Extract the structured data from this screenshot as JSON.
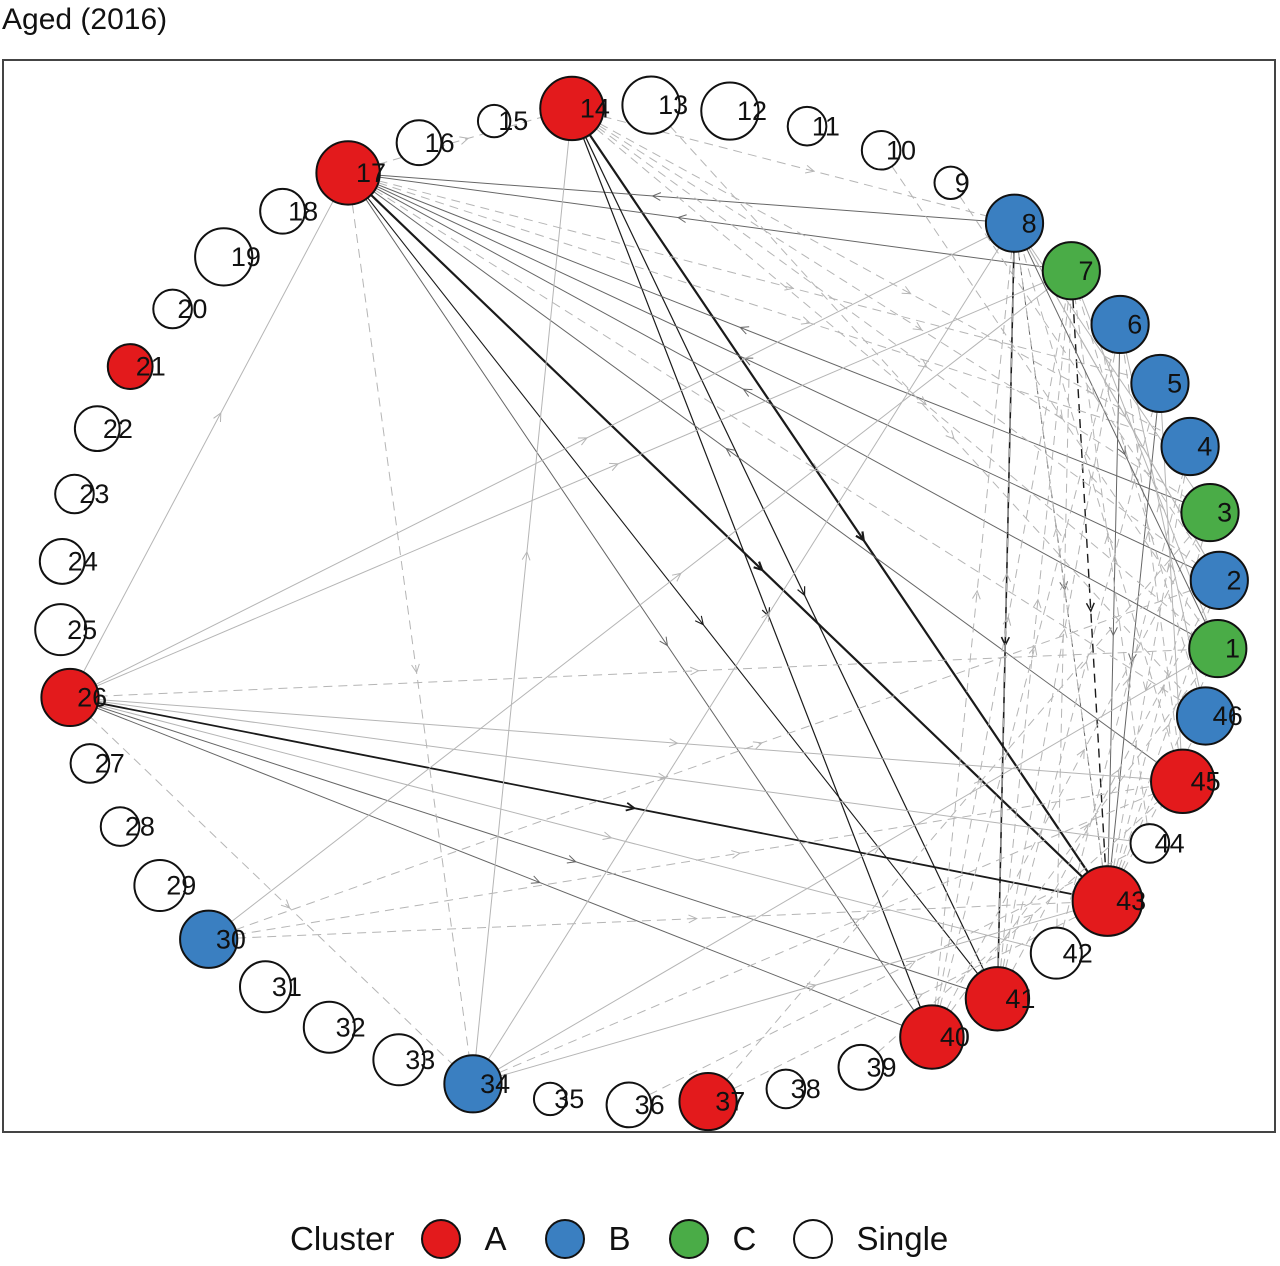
{
  "title": "Aged (2016)",
  "legend": {
    "title": "Cluster",
    "items": [
      {
        "label": "A",
        "color": "#e31a1c"
      },
      {
        "label": "B",
        "color": "#3a7fc1"
      },
      {
        "label": "C",
        "color": "#4aac47"
      },
      {
        "label": "Single",
        "color": "#ffffff"
      }
    ]
  },
  "clusters": {
    "A": "#e31a1c",
    "B": "#3a7fc1",
    "C": "#4aac47",
    "Single": "#ffffff"
  },
  "nodes": [
    {
      "id": "1",
      "cluster": "C",
      "weight": 3
    },
    {
      "id": "2",
      "cluster": "B",
      "weight": 3
    },
    {
      "id": "3",
      "cluster": "C",
      "weight": 3
    },
    {
      "id": "4",
      "cluster": "B",
      "weight": 3
    },
    {
      "id": "5",
      "cluster": "B",
      "weight": 3
    },
    {
      "id": "6",
      "cluster": "B",
      "weight": 3
    },
    {
      "id": "7",
      "cluster": "C",
      "weight": 3
    },
    {
      "id": "8",
      "cluster": "B",
      "weight": 3
    },
    {
      "id": "9",
      "cluster": "Single",
      "weight": 1
    },
    {
      "id": "10",
      "cluster": "Single",
      "weight": 1.5
    },
    {
      "id": "11",
      "cluster": "Single",
      "weight": 1.5
    },
    {
      "id": "12",
      "cluster": "Single",
      "weight": 3
    },
    {
      "id": "13",
      "cluster": "Single",
      "weight": 3
    },
    {
      "id": "14",
      "cluster": "A",
      "weight": 3.5
    },
    {
      "id": "15",
      "cluster": "Single",
      "weight": 1
    },
    {
      "id": "16",
      "cluster": "Single",
      "weight": 2
    },
    {
      "id": "17",
      "cluster": "A",
      "weight": 3.5
    },
    {
      "id": "18",
      "cluster": "Single",
      "weight": 2
    },
    {
      "id": "19",
      "cluster": "Single",
      "weight": 3
    },
    {
      "id": "20",
      "cluster": "Single",
      "weight": 1.5
    },
    {
      "id": "21",
      "cluster": "A",
      "weight": 2
    },
    {
      "id": "22",
      "cluster": "Single",
      "weight": 2
    },
    {
      "id": "23",
      "cluster": "Single",
      "weight": 1.5
    },
    {
      "id": "24",
      "cluster": "Single",
      "weight": 2
    },
    {
      "id": "25",
      "cluster": "Single",
      "weight": 2.5
    },
    {
      "id": "26",
      "cluster": "A",
      "weight": 3
    },
    {
      "id": "27",
      "cluster": "Single",
      "weight": 1.5
    },
    {
      "id": "28",
      "cluster": "Single",
      "weight": 1.5
    },
    {
      "id": "29",
      "cluster": "Single",
      "weight": 2.5
    },
    {
      "id": "30",
      "cluster": "B",
      "weight": 3
    },
    {
      "id": "31",
      "cluster": "Single",
      "weight": 2.5
    },
    {
      "id": "32",
      "cluster": "Single",
      "weight": 2.5
    },
    {
      "id": "33",
      "cluster": "Single",
      "weight": 2.5
    },
    {
      "id": "34",
      "cluster": "B",
      "weight": 3
    },
    {
      "id": "35",
      "cluster": "Single",
      "weight": 1
    },
    {
      "id": "36",
      "cluster": "Single",
      "weight": 2
    },
    {
      "id": "37",
      "cluster": "A",
      "weight": 3
    },
    {
      "id": "38",
      "cluster": "Single",
      "weight": 1.5
    },
    {
      "id": "39",
      "cluster": "Single",
      "weight": 2
    },
    {
      "id": "40",
      "cluster": "A",
      "weight": 3.5
    },
    {
      "id": "41",
      "cluster": "A",
      "weight": 3.5
    },
    {
      "id": "42",
      "cluster": "Single",
      "weight": 2.5
    },
    {
      "id": "43",
      "cluster": "A",
      "weight": 4
    },
    {
      "id": "44",
      "cluster": "Single",
      "weight": 1.5
    },
    {
      "id": "45",
      "cluster": "A",
      "weight": 3.5
    },
    {
      "id": "46",
      "cluster": "B",
      "weight": 3
    }
  ],
  "edges": [
    {
      "from": "17",
      "to": "43",
      "width": 2.2,
      "style": "solid",
      "shade": "dark"
    },
    {
      "from": "14",
      "to": "43",
      "width": 2.2,
      "style": "solid",
      "shade": "dark"
    },
    {
      "from": "26",
      "to": "43",
      "width": 1.8,
      "style": "solid",
      "shade": "dark"
    },
    {
      "from": "8",
      "to": "17",
      "width": 1,
      "style": "solid",
      "shade": "mid"
    },
    {
      "from": "7",
      "to": "17",
      "width": 1,
      "style": "solid",
      "shade": "mid"
    },
    {
      "from": "8",
      "to": "41",
      "width": 1.6,
      "style": "solid",
      "shade": "dark"
    },
    {
      "from": "14",
      "to": "40",
      "width": 1.2,
      "style": "solid",
      "shade": "dark"
    },
    {
      "from": "14",
      "to": "41",
      "width": 1.2,
      "style": "solid",
      "shade": "dark"
    },
    {
      "from": "17",
      "to": "41",
      "width": 1.1,
      "style": "solid",
      "shade": "dark"
    },
    {
      "from": "17",
      "to": "40",
      "width": 1,
      "style": "solid",
      "shade": "mid"
    },
    {
      "from": "26",
      "to": "41",
      "width": 1,
      "style": "solid",
      "shade": "mid"
    },
    {
      "from": "26",
      "to": "40",
      "width": 1,
      "style": "solid",
      "shade": "mid"
    },
    {
      "from": "7",
      "to": "43",
      "width": 1.4,
      "style": "dashed",
      "shade": "dark"
    },
    {
      "from": "8",
      "to": "43",
      "width": 1,
      "style": "dashed",
      "shade": "mid"
    },
    {
      "from": "6",
      "to": "43",
      "width": 1,
      "style": "solid",
      "shade": "mid"
    },
    {
      "from": "5",
      "to": "43",
      "width": 1,
      "style": "solid",
      "shade": "mid"
    },
    {
      "from": "4",
      "to": "43",
      "width": 1,
      "style": "dashed",
      "shade": "light"
    },
    {
      "from": "3",
      "to": "17",
      "width": 1,
      "style": "solid",
      "shade": "mid"
    },
    {
      "from": "2",
      "to": "17",
      "width": 1,
      "style": "solid",
      "shade": "mid"
    },
    {
      "from": "1",
      "to": "17",
      "width": 1,
      "style": "solid",
      "shade": "mid"
    },
    {
      "from": "45",
      "to": "17",
      "width": 1,
      "style": "solid",
      "shade": "mid"
    },
    {
      "from": "43",
      "to": "3",
      "width": 1,
      "style": "dashed",
      "shade": "light"
    },
    {
      "from": "43",
      "to": "2",
      "width": 1,
      "style": "dashed",
      "shade": "light"
    },
    {
      "from": "43",
      "to": "1",
      "width": 1,
      "style": "dashed",
      "shade": "light"
    },
    {
      "from": "43",
      "to": "46",
      "width": 1,
      "style": "dashed",
      "shade": "light"
    },
    {
      "from": "14",
      "to": "4",
      "width": 1,
      "style": "dashed",
      "shade": "light"
    },
    {
      "from": "14",
      "to": "3",
      "width": 1,
      "style": "dashed",
      "shade": "light"
    },
    {
      "from": "14",
      "to": "2",
      "width": 1,
      "style": "dashed",
      "shade": "light"
    },
    {
      "from": "14",
      "to": "1",
      "width": 1,
      "style": "dashed",
      "shade": "light"
    },
    {
      "from": "14",
      "to": "8",
      "width": 1,
      "style": "dashed",
      "shade": "light"
    },
    {
      "from": "17",
      "to": "5",
      "width": 1,
      "style": "dashed",
      "shade": "light"
    },
    {
      "from": "17",
      "to": "4",
      "width": 1,
      "style": "dashed",
      "shade": "light"
    },
    {
      "from": "17",
      "to": "46",
      "width": 1,
      "style": "dashed",
      "shade": "light"
    },
    {
      "from": "17",
      "to": "34",
      "width": 1,
      "style": "dashed",
      "shade": "light"
    },
    {
      "from": "17",
      "to": "14",
      "width": 1,
      "style": "dashed",
      "shade": "light"
    },
    {
      "from": "26",
      "to": "17",
      "width": 1,
      "style": "solid",
      "shade": "light"
    },
    {
      "from": "26",
      "to": "45",
      "width": 1,
      "style": "solid",
      "shade": "light"
    },
    {
      "from": "26",
      "to": "8",
      "width": 1,
      "style": "solid",
      "shade": "light"
    },
    {
      "from": "26",
      "to": "7",
      "width": 1,
      "style": "solid",
      "shade": "light"
    },
    {
      "from": "26",
      "to": "1",
      "width": 1,
      "style": "dashed",
      "shade": "light"
    },
    {
      "from": "26",
      "to": "42",
      "width": 1,
      "style": "solid",
      "shade": "light"
    },
    {
      "from": "26",
      "to": "34",
      "width": 1,
      "style": "dashed",
      "shade": "light"
    },
    {
      "from": "26",
      "to": "44",
      "width": 1,
      "style": "solid",
      "shade": "light"
    },
    {
      "from": "30",
      "to": "7",
      "width": 1,
      "style": "solid",
      "shade": "light"
    },
    {
      "from": "30",
      "to": "2",
      "width": 1,
      "style": "dashed",
      "shade": "light"
    },
    {
      "from": "30",
      "to": "43",
      "width": 1,
      "style": "dashed",
      "shade": "light"
    },
    {
      "from": "30",
      "to": "45",
      "width": 1,
      "style": "dashed",
      "shade": "light"
    },
    {
      "from": "34",
      "to": "8",
      "width": 1,
      "style": "solid",
      "shade": "light"
    },
    {
      "from": "34",
      "to": "14",
      "width": 1,
      "style": "solid",
      "shade": "light"
    },
    {
      "from": "34",
      "to": "43",
      "width": 1,
      "style": "solid",
      "shade": "light"
    },
    {
      "from": "34",
      "to": "1",
      "width": 1,
      "style": "solid",
      "shade": "light"
    },
    {
      "from": "34",
      "to": "45",
      "width": 1,
      "style": "dashed",
      "shade": "light"
    },
    {
      "from": "40",
      "to": "8",
      "width": 1,
      "style": "dashed",
      "shade": "light"
    },
    {
      "from": "41",
      "to": "8",
      "width": 1,
      "style": "dashed",
      "shade": "light"
    },
    {
      "from": "40",
      "to": "7",
      "width": 1,
      "style": "dashed",
      "shade": "light"
    },
    {
      "from": "40",
      "to": "6",
      "width": 1,
      "style": "dashed",
      "shade": "light"
    },
    {
      "from": "41",
      "to": "7",
      "width": 1,
      "style": "dashed",
      "shade": "light"
    },
    {
      "from": "41",
      "to": "6",
      "width": 1,
      "style": "dashed",
      "shade": "light"
    },
    {
      "from": "41",
      "to": "5",
      "width": 1,
      "style": "dashed",
      "shade": "light"
    },
    {
      "from": "43",
      "to": "8",
      "width": 1,
      "style": "dashed",
      "shade": "light"
    },
    {
      "from": "42",
      "to": "7",
      "width": 1,
      "style": "dashed",
      "shade": "light"
    },
    {
      "from": "42",
      "to": "4",
      "width": 1,
      "style": "dashed",
      "shade": "light"
    },
    {
      "from": "44",
      "to": "7",
      "width": 1,
      "style": "dashed",
      "shade": "light"
    },
    {
      "from": "45",
      "to": "6",
      "width": 1,
      "style": "dashed",
      "shade": "light"
    },
    {
      "from": "45",
      "to": "8",
      "width": 1,
      "style": "dashed",
      "shade": "light"
    },
    {
      "from": "46",
      "to": "7",
      "width": 1,
      "style": "dashed",
      "shade": "light"
    },
    {
      "from": "40",
      "to": "3",
      "width": 1,
      "style": "dashed",
      "shade": "light"
    },
    {
      "from": "41",
      "to": "2",
      "width": 1,
      "style": "dashed",
      "shade": "light"
    },
    {
      "from": "40",
      "to": "1",
      "width": 1,
      "style": "dashed",
      "shade": "light"
    },
    {
      "from": "37",
      "to": "43",
      "width": 1,
      "style": "dashed",
      "shade": "light"
    },
    {
      "from": "37",
      "to": "3",
      "width": 1,
      "style": "dashed",
      "shade": "light"
    },
    {
      "from": "39",
      "to": "45",
      "width": 1,
      "style": "dashed",
      "shade": "light"
    },
    {
      "from": "36",
      "to": "44",
      "width": 1,
      "style": "dashed",
      "shade": "light"
    },
    {
      "from": "2",
      "to": "8",
      "width": 1,
      "style": "solid",
      "shade": "light"
    },
    {
      "from": "3",
      "to": "8",
      "width": 1,
      "style": "solid",
      "shade": "light"
    },
    {
      "from": "1",
      "to": "7",
      "width": 1,
      "style": "solid",
      "shade": "light"
    },
    {
      "from": "46",
      "to": "6",
      "width": 1,
      "style": "solid",
      "shade": "light"
    },
    {
      "from": "45",
      "to": "5",
      "width": 1,
      "style": "solid",
      "shade": "light"
    },
    {
      "from": "8",
      "to": "1",
      "width": 1,
      "style": "solid",
      "shade": "mid"
    },
    {
      "from": "8",
      "to": "2",
      "width": 1,
      "style": "solid",
      "shade": "light"
    },
    {
      "from": "9",
      "to": "2",
      "width": 1,
      "style": "dashed",
      "shade": "light"
    },
    {
      "from": "10",
      "to": "1",
      "width": 1,
      "style": "dashed",
      "shade": "light"
    },
    {
      "from": "13",
      "to": "46",
      "width": 1,
      "style": "dashed",
      "shade": "light"
    }
  ]
}
